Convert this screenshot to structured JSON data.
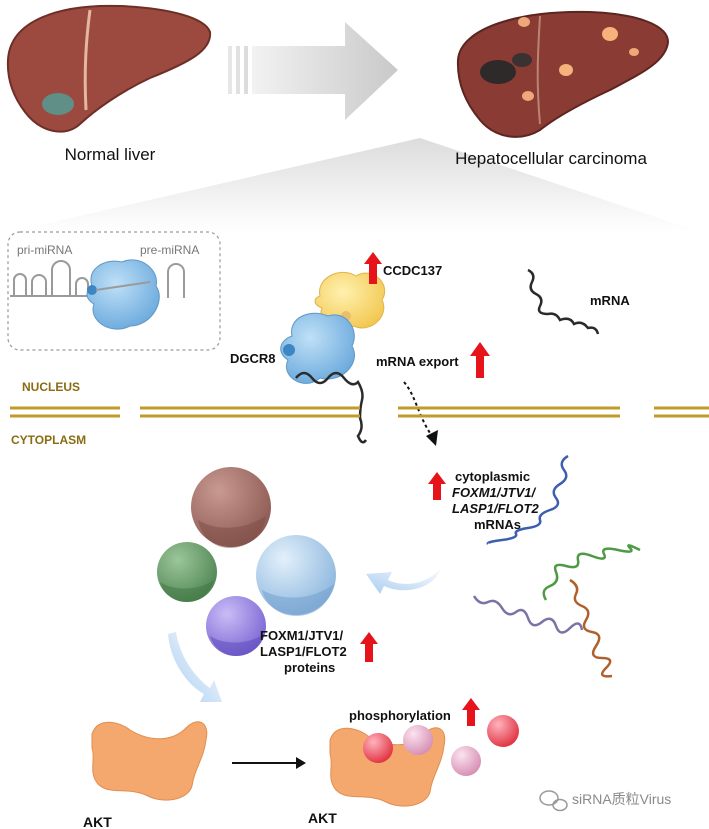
{
  "labels": {
    "normal_liver": "Normal liver",
    "hcc": "Hepatocellular carcinoma",
    "pri_mirna": "pri-miRNA",
    "pre_mirna": "pre-miRNA",
    "ccdc137": "CCDC137",
    "dgcr8": "DGCR8",
    "mrna": "mRNA",
    "mrna_export": "mRNA export",
    "nucleus": "NUCLEUS",
    "cytoplasm": "CYTOPLASM",
    "cyto_mrna": [
      "cytoplasmic",
      "FOXM1/JTV1/",
      "LASP1/FLOT2",
      "mRNAs"
    ],
    "proteins": [
      "FOXM1/JTV1/",
      "LASP1/FLOT2",
      "proteins"
    ],
    "phosphorylation": "phosphorylation",
    "akt": "AKT"
  },
  "watermark": "siRNA质粒Virus",
  "colors": {
    "upregulation_arrow": "#e6141a",
    "membrane": "#c29a2a",
    "compartment_label": "#8a6c12"
  }
}
